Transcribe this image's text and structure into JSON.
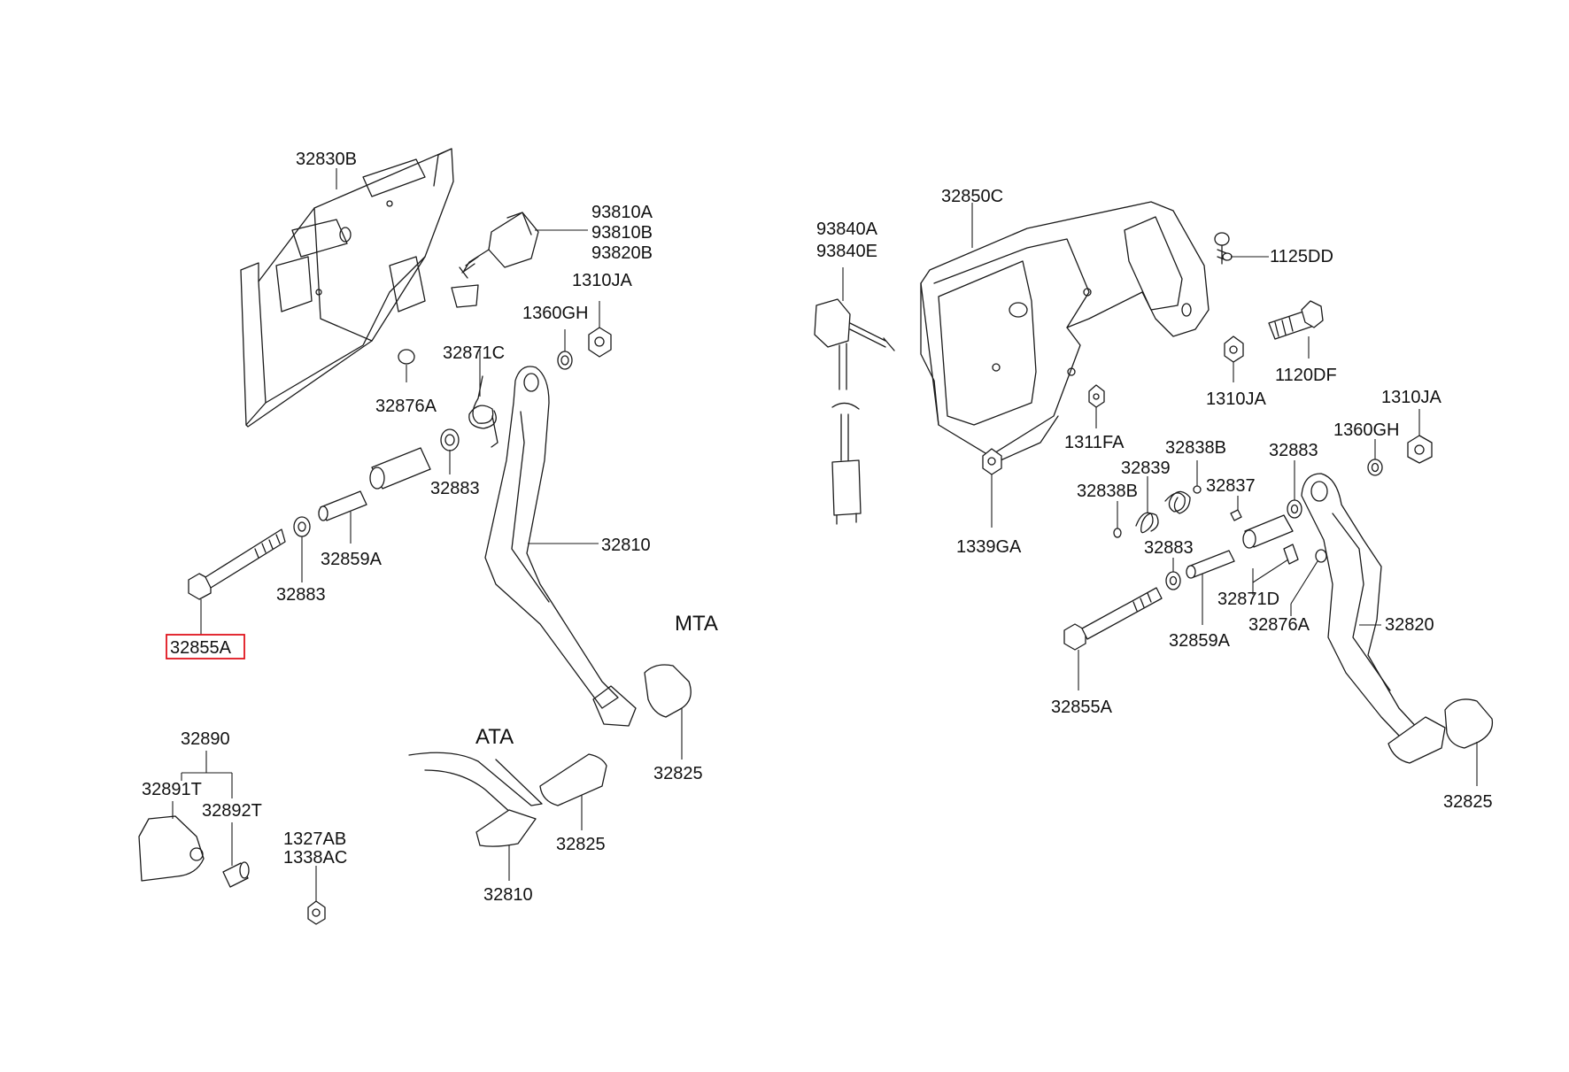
{
  "highlight_color": "#e0141e",
  "left": {
    "bracket": "32830B",
    "switch": [
      "93810A",
      "93810B",
      "93820B"
    ],
    "nut": "1310JA",
    "washer": "1360GH",
    "spring": "32871C",
    "stopper": "32876A",
    "bushing_top": "32883",
    "bushing_left": "32883",
    "sleeve": "32859A",
    "bolt_highlighted": "32855A",
    "pedal": "32810",
    "label_mta": "MTA",
    "pad_mta": "32825",
    "label_ata": "ATA",
    "pedal_ata": "32810",
    "pad_ata": "32825",
    "stopper_group": "32890",
    "stopper_a": "32891T",
    "stopper_b": "32892T",
    "nut_small": [
      "1327AB",
      "1338AC"
    ]
  },
  "right": {
    "switch": [
      "93840A",
      "93840E"
    ],
    "bracket": "32850C",
    "bolt_top": "1125DD",
    "bolt_big": "1120DF",
    "nut_mid": "1310JA",
    "nut_right": "1310JA",
    "washer": "1360GH",
    "nut_fa": "1311FA",
    "nut_ga": "1339GA",
    "spring_a": "32838B",
    "spring_b": "32839",
    "spring_c": "32838B",
    "pin": "32837",
    "bushing_top": "32883",
    "bushing_left": "32883",
    "sleeve": "32859A",
    "spring_d": "32871D",
    "stopper": "32876A",
    "pedal": "32820",
    "bolt": "32855A",
    "pad": "32825"
  }
}
